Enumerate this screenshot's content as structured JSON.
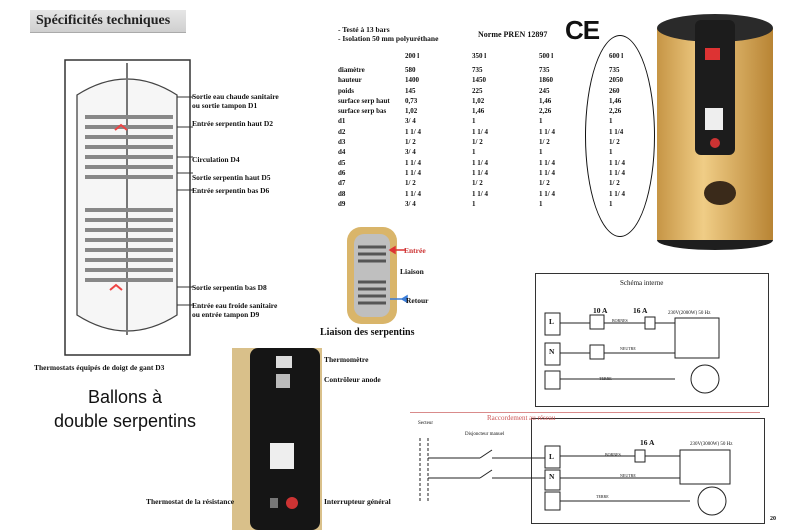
{
  "title": "Spécificités techniques",
  "notes": [
    "- Testé à 13 bars",
    "- Isolation 50 mm polyuréthane"
  ],
  "norme": "Norme PREN 12897",
  "ce_mark": "CE",
  "table": {
    "columns": [
      "200 l",
      "350 l",
      "500 l",
      "600 l"
    ],
    "rows": [
      {
        "label": "diamètre",
        "values": [
          "580",
          "735",
          "735",
          "735"
        ]
      },
      {
        "label": "hauteur",
        "values": [
          "1400",
          "1450",
          "1860",
          "2050"
        ]
      },
      {
        "label": "poids",
        "values": [
          "145",
          "225",
          "245",
          "260"
        ]
      },
      {
        "label": "surface serp haut",
        "values": [
          "0,73",
          "1,02",
          "1,46",
          "1,46"
        ]
      },
      {
        "label": "surface serp bas",
        "values": [
          "1,02",
          "1,46",
          "2,26",
          "2,26"
        ]
      },
      {
        "label": "d1",
        "values": [
          "3/ 4",
          "1",
          "1",
          "1"
        ]
      },
      {
        "label": "d2",
        "values": [
          "1 1/ 4",
          "1 1/ 4",
          "1 1/ 4",
          "1 1/4"
        ]
      },
      {
        "label": "d3",
        "values": [
          "1/ 2",
          "1/ 2",
          "1/ 2",
          "1/ 2"
        ]
      },
      {
        "label": "d4",
        "values": [
          "3/ 4",
          "1",
          "1",
          "1"
        ]
      },
      {
        "label": "d5",
        "values": [
          "1 1/ 4",
          "1 1/ 4",
          "1 1/ 4",
          "1 1/ 4"
        ]
      },
      {
        "label": "d6",
        "values": [
          "1 1/ 4",
          "1 1/ 4",
          "1 1/ 4",
          "1 1/ 4"
        ]
      },
      {
        "label": "d7",
        "values": [
          "1/ 2",
          "1/ 2",
          "1/ 2",
          "1/ 2"
        ]
      },
      {
        "label": "d8",
        "values": [
          "1 1/ 4",
          "1 1/ 4",
          "1 1/ 4",
          "1 1/ 4"
        ]
      },
      {
        "label": "d9",
        "values": [
          "3/ 4",
          "1",
          "1",
          "1"
        ]
      }
    ]
  },
  "diagram_labels": {
    "d1_line1": "Sortie eau chaude sanitaire",
    "d1_line2": "ou sortie tampon D1",
    "d2": "Entrée serpentin haut D2",
    "d4": "Circulation D4",
    "d5": "Sortie serpentin haut D5",
    "d6": "Entrée serpentin bas D6",
    "d8": "Sortie serpentin bas D8",
    "d9_line1": "Entrée eau froide sanitaire",
    "d9_line2": "ou entrée tampon D9",
    "d3": "Thermostats équipés de doigt de gant D3"
  },
  "liaison": {
    "entree": "Entrée",
    "liaison": "Liaison",
    "retour": "Retour",
    "caption": "Liaison des serpentins"
  },
  "panel": {
    "thermometre": "Thermomètre",
    "controleur": "Contrôleur anode",
    "thermostat": "Thermostat de la résistance",
    "interrupteur": "Interrupteur général"
  },
  "big_caption": [
    "Ballons à",
    "double serpentins"
  ],
  "schema_interne": {
    "title": "Schéma interne",
    "f1": "10 A",
    "f2": "16 A",
    "rating": "230V(2000W) 50 Hz",
    "l": "L",
    "n": "N",
    "bornes": "BORNES",
    "neutre": "NEUTRE",
    "terre": "TERRE"
  },
  "raccordement": {
    "title": "Raccordement au réseau",
    "secteur": "Secteur",
    "disjoncteur": "Disjoncteur manuel",
    "f": "16 A",
    "rating": "230V(3000W) 50 Hz",
    "l": "L",
    "n": "N",
    "bornes": "BORNES",
    "neutre": "NEUTRE",
    "terre": "TERRE"
  },
  "page_number": "20"
}
